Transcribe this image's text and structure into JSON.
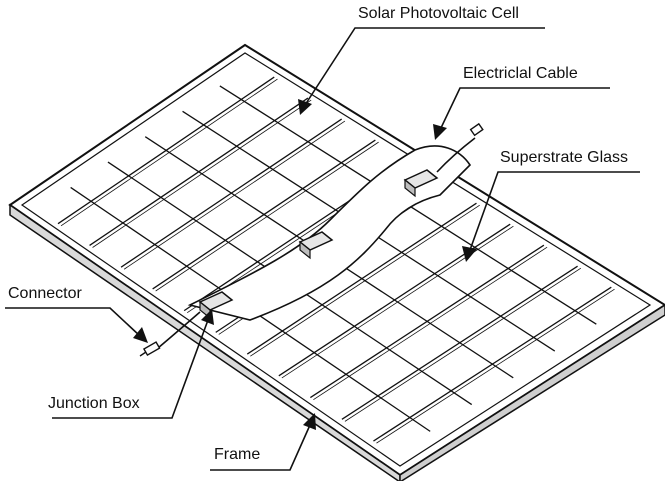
{
  "labels": {
    "solar_cell": "Solar Photovoltaic Cell",
    "electrical_cable": "Electriclal Cable",
    "superstrate_glass": "Superstrate Glass",
    "connector": "Connector",
    "junction_box": "Junction Box",
    "frame": "Frame"
  },
  "colors": {
    "ink": "#111111",
    "background": "#ffffff",
    "junction_box_fill": "#e6e6e6"
  }
}
